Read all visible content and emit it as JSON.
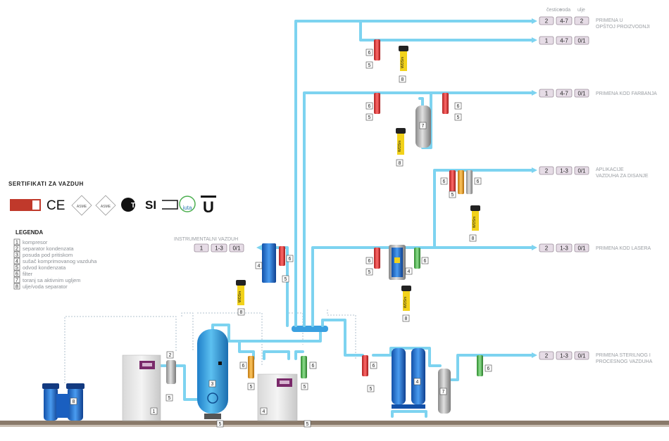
{
  "certificates_title": "SERTIFIKATI ZA VAZDUH",
  "legend_title": "LEGENDA",
  "legend": [
    {
      "num": "1",
      "text": "kompresor"
    },
    {
      "num": "2",
      "text": "separator kondenzata"
    },
    {
      "num": "3",
      "text": "posuda pod pritiskom"
    },
    {
      "num": "4",
      "text": "sušač komprimovanog vazduha"
    },
    {
      "num": "5",
      "text": "odvod kondenzata"
    },
    {
      "num": "6",
      "text": "filter"
    },
    {
      "num": "7",
      "text": "toranj sa aktivnim ugljem"
    },
    {
      "num": "8",
      "text": "ulje/voda separator"
    }
  ],
  "column_headers": [
    "čestice",
    "voda",
    "ulje"
  ],
  "applications": [
    {
      "label1": "PRIMENA U",
      "label2": "OPŠTOJ PROIZVODNJI",
      "classes": [
        "2",
        "4-7",
        "2"
      ]
    },
    {
      "label1": "",
      "label2": "",
      "classes": [
        "1",
        "4-7",
        "0/1"
      ]
    },
    {
      "label1": "PRIMENA KOD FARBANJA",
      "label2": "",
      "classes": [
        "1",
        "4-7",
        "0/1"
      ]
    },
    {
      "label1": "APLIKACIJE",
      "label2": "VAZDUHA ZA DISANJE",
      "classes": [
        "2",
        "1-3",
        "0/1"
      ]
    },
    {
      "label1": "PRIMENA KOD LASERA",
      "label2": "",
      "classes": [
        "2",
        "1-3",
        "0/1"
      ]
    },
    {
      "label1": "PRIMENA STERILNOG I",
      "label2": "PROCESNOG VAZDUHA",
      "classes": [
        "2",
        "1-3",
        "0/1"
      ]
    }
  ],
  "instrument": {
    "label": "INSTRUMENTALNI VAZDUH",
    "classes": [
      "1",
      "1-3",
      "0/1"
    ]
  },
  "component_numbers": [
    "1",
    "2",
    "3",
    "4",
    "5",
    "6",
    "7",
    "8"
  ],
  "separator_label": "WOSm",
  "cert_texts": {
    "ce": "CE",
    "asme": "ASME",
    "tp": "TP",
    "si": "SI",
    "iuta": "iuta",
    "u": "U"
  },
  "colors": {
    "pipe": "#7dd3f0",
    "vessel": "#3aa0e0",
    "filter_red": "#e03a3a",
    "filter_orange": "#f0a020",
    "filter_green": "#5cc05c",
    "dryer": "#1f6fd0",
    "ground": "#8a7a6a"
  }
}
